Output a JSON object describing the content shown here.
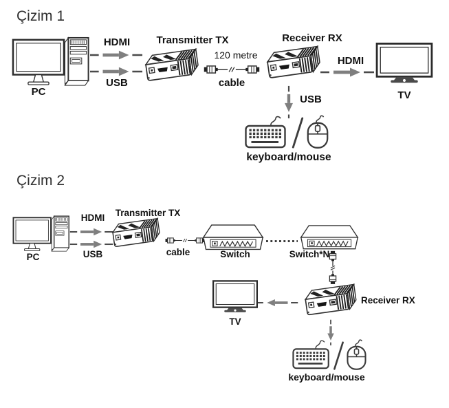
{
  "colors": {
    "arrow_gray": "#7f7f7f",
    "dash_dark": "#4a4a4a",
    "outline": "#2e2e2e",
    "text": "#111111",
    "title": "#2f2f2f",
    "background": "#ffffff"
  },
  "icons": {
    "pc": "pc-icon",
    "transmitter": "transmitter-tx-icon",
    "receiver": "receiver-rx-icon",
    "cable_horizontal": "cable-icon",
    "cable_vertical": "vertical-cable-icon",
    "tv": "tv-icon",
    "switch": "network-switch-icon",
    "keyboard": "keyboard-icon",
    "mouse": "mouse-icon",
    "slash": "slash-icon",
    "arrow_right": "arrow-right-icon",
    "arrow_left": "arrow-left-icon",
    "arrow_down": "arrow-down-icon",
    "dots": "dotted-line"
  },
  "diagram1": {
    "title": "Çizim 1",
    "pc": {
      "label": "PC"
    },
    "hdmi_in": {
      "label": "HDMI"
    },
    "usb_in": {
      "label": "USB"
    },
    "transmitter": {
      "label": "Transmitter TX"
    },
    "cable": {
      "label": "cable",
      "length": "120 metre"
    },
    "receiver": {
      "label": "Receiver RX"
    },
    "hdmi_out": {
      "label": "HDMI"
    },
    "usb_out": {
      "label": "USB"
    },
    "tv": {
      "label": "TV"
    },
    "peripherals": {
      "label": "keyboard/mouse"
    }
  },
  "diagram2": {
    "title": "Çizim 2",
    "pc": {
      "label": "PC"
    },
    "hdmi_in": {
      "label": "HDMI"
    },
    "usb_in": {
      "label": "USB"
    },
    "transmitter": {
      "label": "Transmitter TX"
    },
    "cable": {
      "label": "cable"
    },
    "switch": {
      "label": "Switch"
    },
    "switch_n": {
      "label": "Switch*N"
    },
    "receiver": {
      "label": "Receiver RX"
    },
    "tv": {
      "label": "TV"
    },
    "peripherals": {
      "label": "keyboard/mouse"
    }
  }
}
